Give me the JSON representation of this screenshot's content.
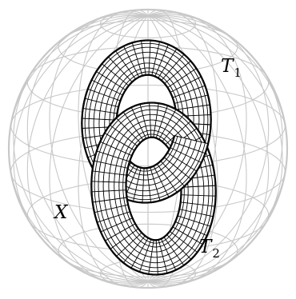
{
  "labels": {
    "space": "X",
    "torus1": "T",
    "torus1_sub": "1",
    "torus2": "T",
    "torus2_sub": "2"
  },
  "colors": {
    "sphere_grid": "#c8c8c8",
    "torus_mesh": "#000000",
    "torus_fill": "#ffffff",
    "background": "#ffffff"
  },
  "figure": {
    "sphere": {
      "meridians": 12,
      "parallels": 9
    },
    "torus1": {
      "tube_rings": 48,
      "tube_lines": 10
    },
    "torus2": {
      "tube_rings": 48,
      "tube_lines": 10
    }
  }
}
